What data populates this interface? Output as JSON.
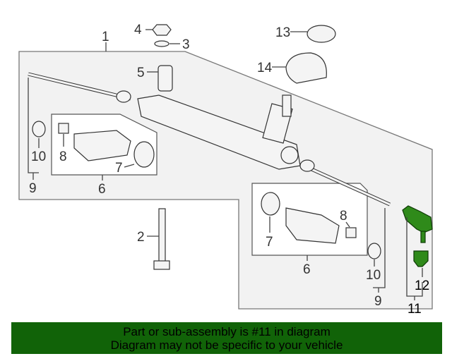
{
  "diagram": {
    "callouts": {
      "c1": "1",
      "c2": "2",
      "c3": "3",
      "c4": "4",
      "c5": "5",
      "c6a": "6",
      "c6b": "6",
      "c7a": "7",
      "c7b": "7",
      "c8a": "8",
      "c8b": "8",
      "c9a": "9",
      "c9b": "9",
      "c10a": "10",
      "c10b": "10",
      "c11": "11",
      "c12": "12",
      "c13": "13",
      "c14": "14"
    },
    "highlight_color": "#2f8a1a"
  },
  "banner": {
    "line1": "Part or sub-assembly is #11 in diagram",
    "line2": "Diagram may not be specific to your vehicle",
    "color": "#116308"
  }
}
